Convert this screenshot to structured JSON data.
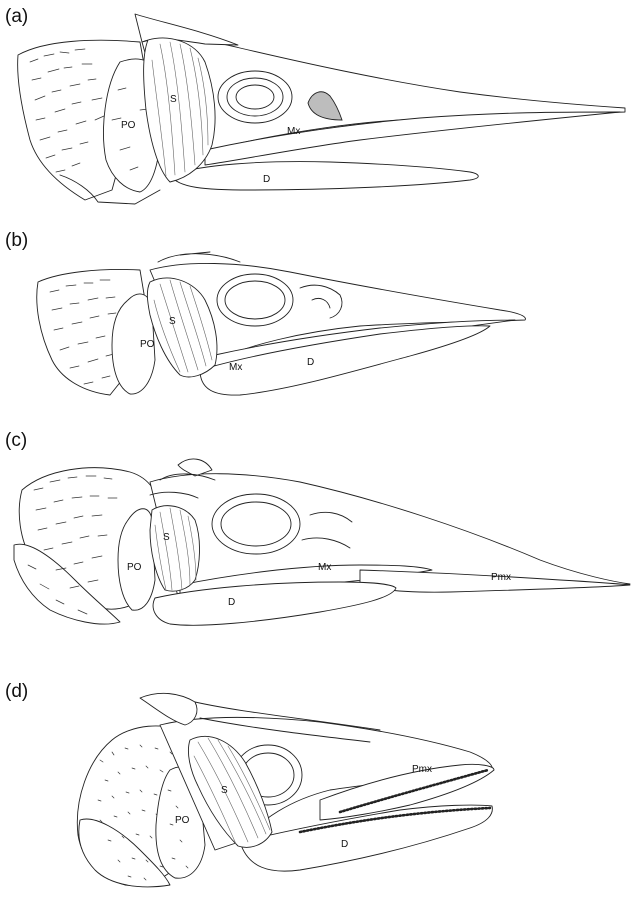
{
  "panels": [
    {
      "id": "a",
      "letter": "(a)",
      "labels": {
        "s": "S",
        "po": "PO",
        "mx": "Mx",
        "d": "D"
      }
    },
    {
      "id": "b",
      "letter": "(b)",
      "labels": {
        "s": "S",
        "po": "PO",
        "mx": "Mx",
        "d": "D"
      }
    },
    {
      "id": "c",
      "letter": "(c)",
      "labels": {
        "s": "S",
        "po": "PO",
        "mx": "Mx",
        "d": "D",
        "pmx": "Pmx"
      }
    },
    {
      "id": "d",
      "letter": "(d)",
      "labels": {
        "s": "S",
        "po": "PO",
        "d": "D",
        "pmx": "Pmx"
      }
    }
  ],
  "colors": {
    "line": "#222222",
    "highlight": "#bdbdbd",
    "background": "#ffffff"
  }
}
